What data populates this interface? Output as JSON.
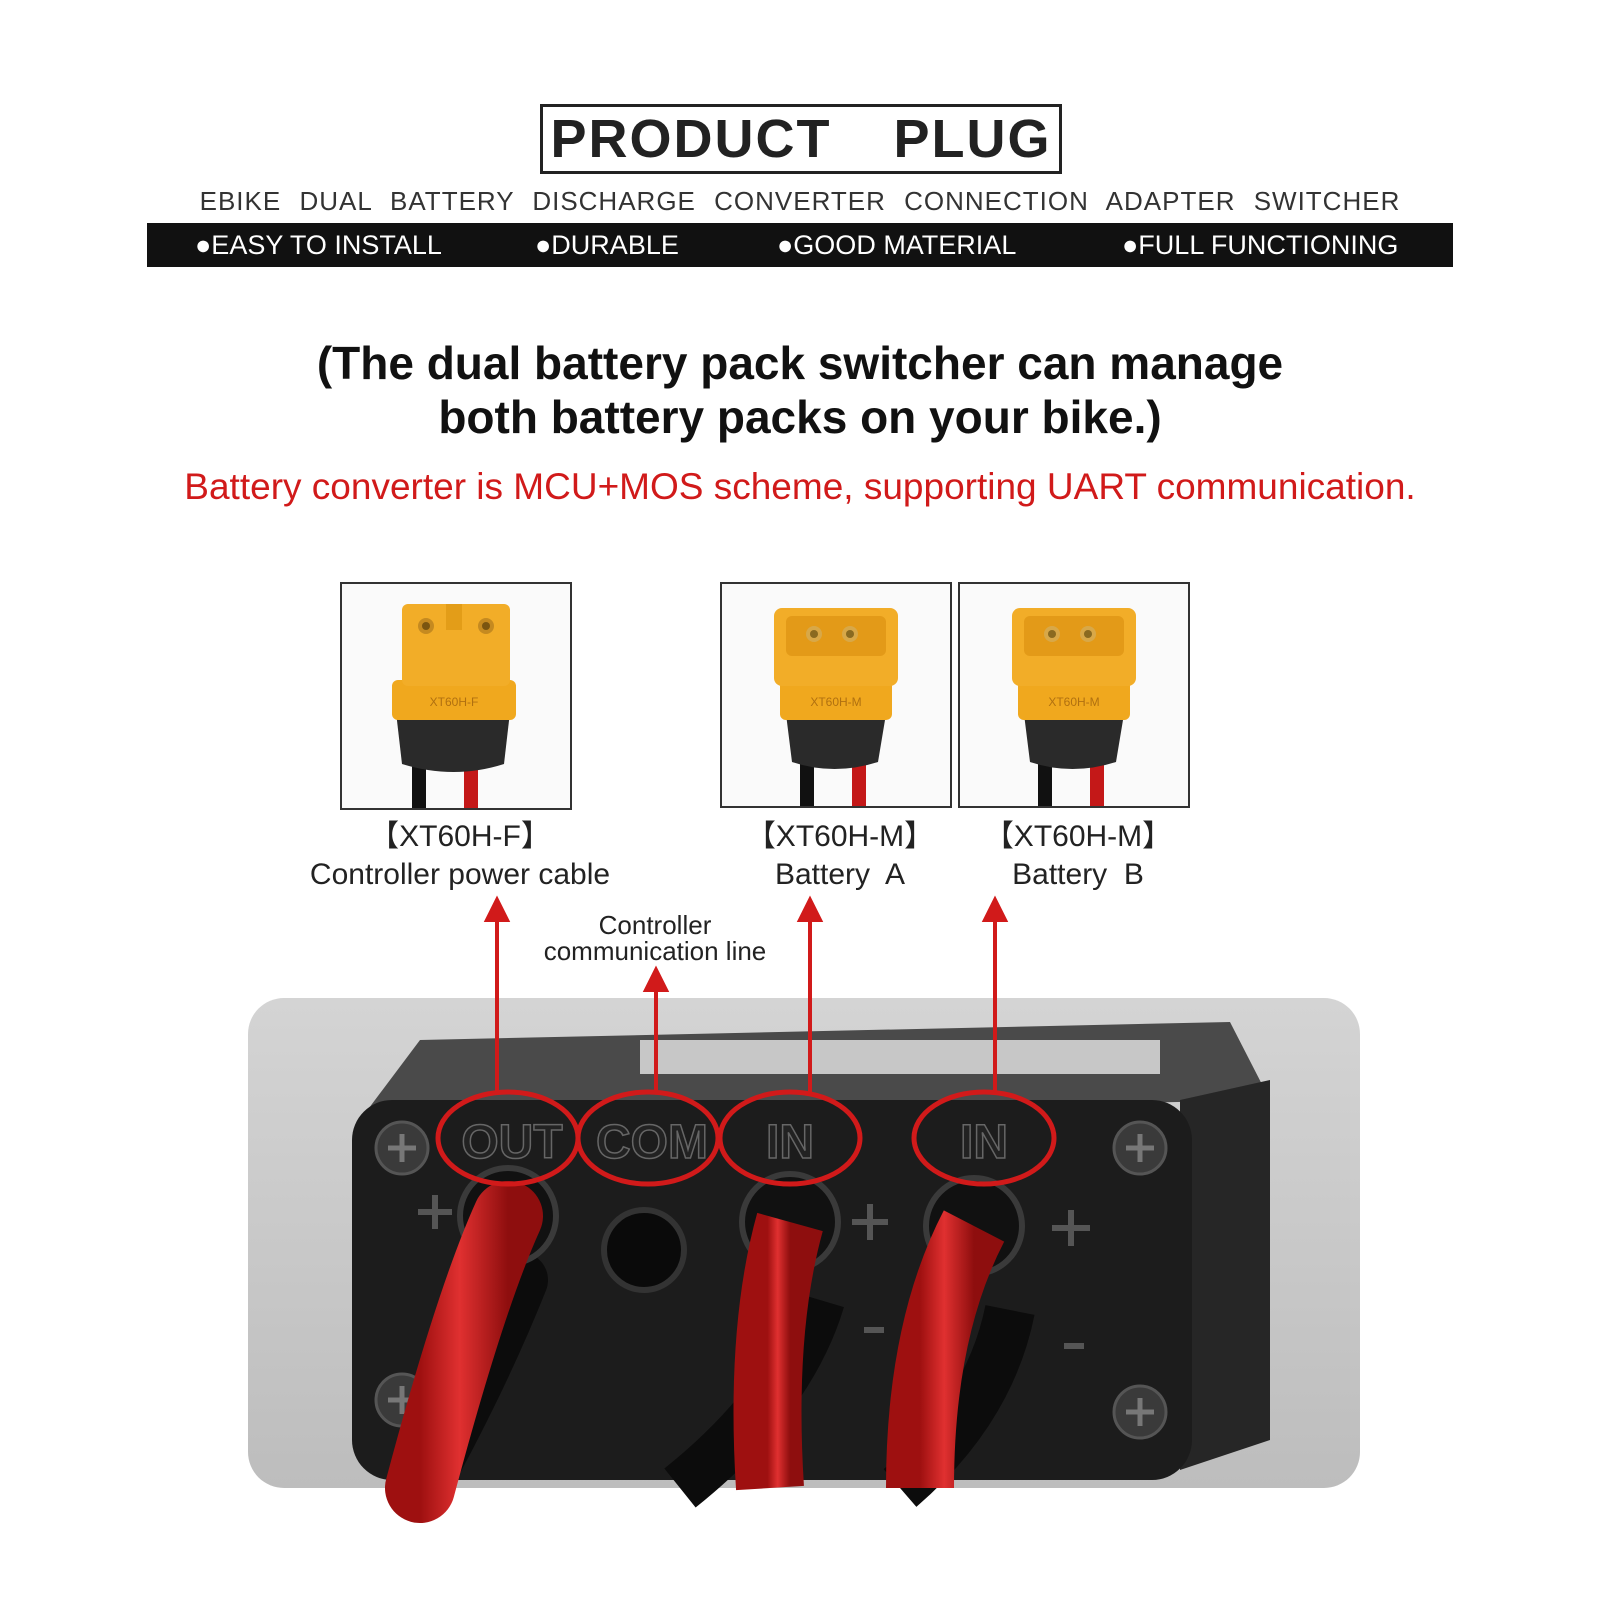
{
  "header": {
    "title": "PRODUCT  PLUG",
    "subtitle": "EBIKE DUAL BATTERY DISCHARGE CONVERTER CONNECTION ADAPTER SWITCHER",
    "features": [
      "●EASY TO INSTALL",
      "●DURABLE",
      "●GOOD MATERIAL",
      "●FULL FUNCTIONING"
    ]
  },
  "description": {
    "headline_line1": "(The dual battery pack switcher can manage",
    "headline_line2": "both battery packs on your bike.)",
    "red_note": "Battery converter is MCU+MOS scheme, supporting UART communication."
  },
  "connectors": [
    {
      "code": "【XT60H-F】",
      "label": "Controller power cable",
      "plug_text": "XT60H-F"
    },
    {
      "code": "【XT60H-M】",
      "label": "Battery  A",
      "plug_text": "XT60H-M"
    },
    {
      "code": "【XT60H-M】",
      "label": "Battery  B",
      "plug_text": "XT60H-M"
    }
  ],
  "comm_label": {
    "line1": "Controller",
    "line2": "communication line"
  },
  "ports": [
    "OUT",
    "COM",
    "IN",
    "IN"
  ],
  "colors": {
    "accent_red": "#d11a1a",
    "plug_yellow": "#f0a81e",
    "cable_red": "#c41818"
  }
}
